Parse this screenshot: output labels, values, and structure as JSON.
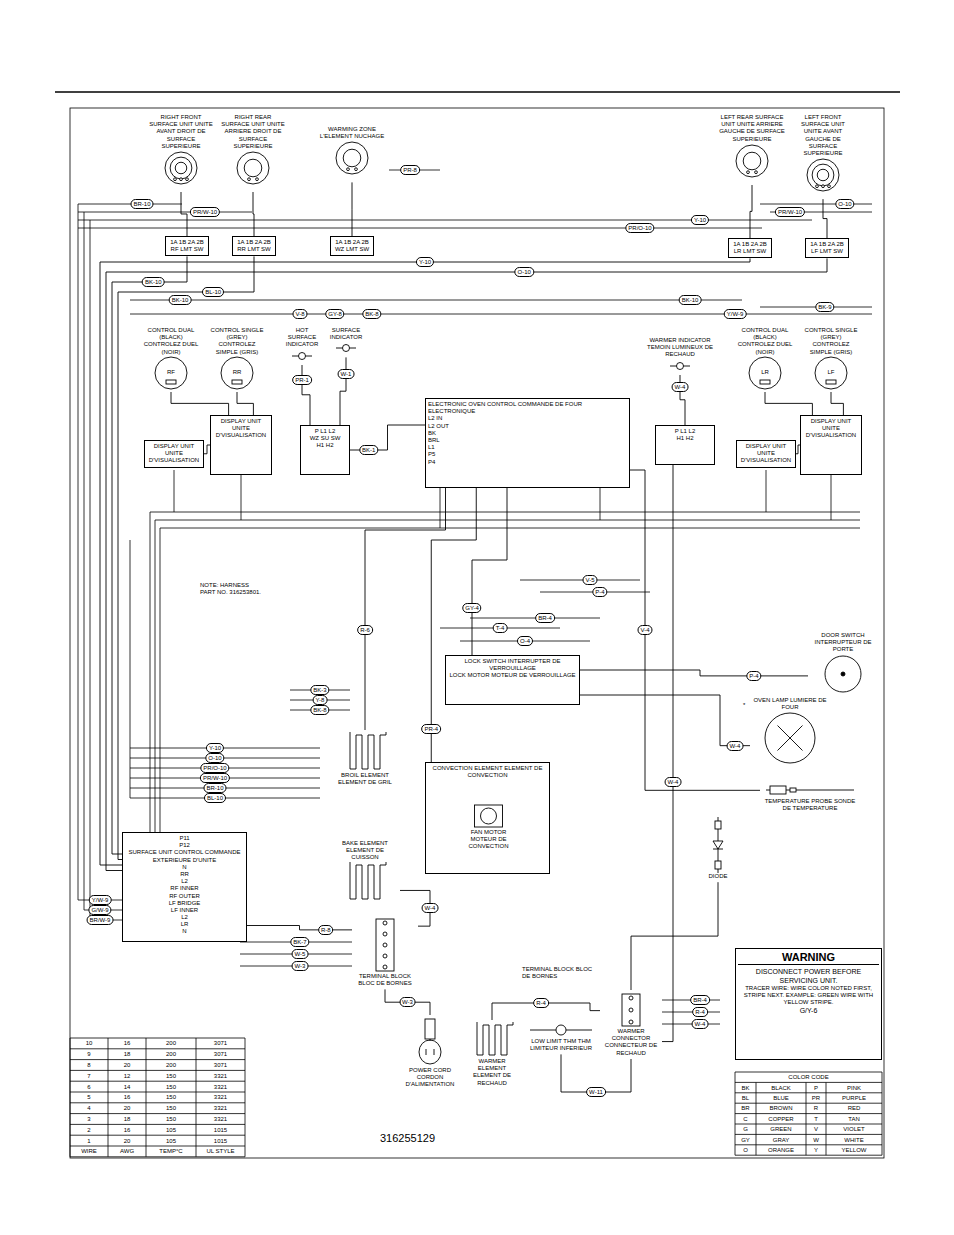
{
  "diagram": {
    "nodes": [
      {
        "text": [
          "RIGHT FRONT SURFACE UNIT UNITE AVANT DROIT DE SURFACE SUPERIEURE"
        ]
      },
      {
        "text": [
          "RIGHT REAR SURFACE UNIT UNITE ARRIERE DROIT DE SURFACE SUPERIEURE"
        ]
      },
      {
        "text": [
          "WARMING ZONE L'ELEMENT NUCHAGE"
        ]
      },
      {
        "text": [
          "LEFT REAR SURFACE UNIT UNITE ARRIERE GAUCHE DE SURFACE SUPERIEURE"
        ]
      },
      {
        "text": [
          "LEFT FRONT SURFACE UNIT UNITE AVANT GAUCHE DE SURFACE SUPERIEURE"
        ]
      },
      {
        "text": [
          "1A 1B 2A 2B",
          "RF LMT SW"
        ]
      },
      {
        "text": [
          "1A 1B 2A 2B",
          "RR LMT SW"
        ]
      },
      {
        "text": [
          "1A 1B 2A 2B",
          "WZ LMT SW"
        ]
      },
      {
        "text": [
          "1A 1B 2A 2B",
          "LR LMT SW"
        ]
      },
      {
        "text": [
          "1A 1B 2A 2B",
          "LF LMT SW"
        ]
      },
      {
        "text": [
          "CONTROL DUAL (BLACK) CONTROLEZ DUEL (NOIR)",
          "RF"
        ]
      },
      {
        "text": [
          "CONTROL SINGLE (GREY) CONTROLEZ SIMPLE (GRIS)",
          "RR"
        ]
      },
      {
        "text": [
          "HOT SURFACE INDICATOR"
        ]
      },
      {
        "text": [
          "SURFACE INDICATOR"
        ]
      },
      {
        "text": [
          "DISPLAY UNIT UNITE D'VISUALISATION"
        ]
      },
      {
        "text": [
          "DISPLAY UNIT UNITE D'VISUALISATION"
        ]
      },
      {
        "text": [
          "P L1 L2",
          "WZ SU SW",
          "H1 H2"
        ]
      },
      {
        "text": [
          "ELECTRONIC OVEN CONTROL COMMANDE DE FOUR ELECTRONIQUE",
          "L2 IN",
          "L2 OUT",
          "BK",
          "BRL",
          "L1",
          "P5",
          "P4"
        ]
      },
      {
        "text": [
          "WARMER INDICATOR TEMOIN LUMINEUX DE RECHAUD"
        ]
      },
      {
        "text": [
          "P L1 L2",
          "H1 H2"
        ]
      },
      {
        "text": [
          "CONTROL DUAL (BLACK) CONTROLEZ DUEL (NOIR)",
          "LR"
        ]
      },
      {
        "text": [
          "CONTROL SINGLE (GREY) CONTROLEZ SIMPLE (GRIS)",
          "LF"
        ]
      },
      {
        "text": [
          "DISPLAY UNIT UNITE D'VISUALISATION"
        ]
      },
      {
        "text": [
          "DISPLAY UNIT UNITE D'VISUALISATION"
        ]
      },
      {
        "text": [
          "LOCK SWITCH INTERRUPTER DE VERROUILLAGE",
          "LOCK MOTOR MOTEUR DE VERROUILLAGE"
        ]
      },
      {
        "text": [
          "DOOR SWITCH INTERRUPTEUR DE PORTE"
        ]
      },
      {
        "text": [
          "OVEN LAMP LUMIERE DE FOUR"
        ]
      },
      {
        "text": [
          "TEMPERATURE PROBE SONDE DE TEMPERATURE"
        ]
      },
      {
        "text": [
          "CONVECTION ELEMENT ELEMENT DE CONVECTION"
        ]
      },
      {
        "text": [
          "FAN MOTOR MOTEUR DE CONVECTION"
        ],
        "in": 28
      },
      {
        "text": [
          "BROIL ELEMENT ELEMENT DE GRIL"
        ]
      },
      {
        "text": [
          "BAKE ELEMENT ELEMENT DE CUISSON"
        ]
      },
      {
        "text": [
          "P11",
          "P12",
          "SURFACE UNIT CONTROL COMMANDE EXTERIEURE D'UNITE",
          "N",
          "RR",
          "L2",
          "RF INNER",
          "RF OUTER",
          "LF BRIDGE",
          "LF INNER",
          "L2",
          "LR",
          "N"
        ]
      },
      {
        "text": [
          "TERMINAL BLOCK BLOC DE BORNES"
        ]
      },
      {
        "text": [
          "POWER CORD CORDON D'ALIMENTATION"
        ]
      },
      {
        "text": [
          "WARMER ELEMENT ELEMENT DE RECHAUD"
        ]
      },
      {
        "text": [
          "LOW LIMIT THM THM LIMITEUR INFERIEUR"
        ]
      },
      {
        "text": [
          "WARMER CONNECTOR CONNECTEUR DE RECHAUD"
        ]
      },
      {
        "text": [
          "DIODE"
        ]
      },
      {
        "text": [
          "WARNING",
          "DISCONNECT POWER BEFORE SERVICING UNIT.",
          "TRACER WIRE: WIRE COLOR NOTED FIRST, STRIPE NEXT. EXAMPLE: GREEN WIRE WITH YELLOW STRIPE.",
          "G/Y-6"
        ]
      }
    ],
    "edges": [
      {
        "from": 5,
        "to": 0,
        "arrow": "none"
      },
      {
        "from": 6,
        "to": 1,
        "arrow": "none"
      },
      {
        "from": 7,
        "to": 2,
        "arrow": "none"
      },
      {
        "from": 8,
        "to": 3,
        "arrow": "none"
      },
      {
        "from": 9,
        "to": 4,
        "arrow": "none"
      },
      {
        "from": 10,
        "to": 15,
        "arrow": "none"
      },
      {
        "from": 11,
        "to": 15,
        "arrow": "none"
      },
      {
        "from": 14,
        "to": 15,
        "arrow": "none"
      },
      {
        "from": 12,
        "to": 16,
        "label": "PR-1",
        "arrow": "none"
      },
      {
        "from": 13,
        "to": 16,
        "label": "W-1",
        "arrow": "none"
      },
      {
        "from": 16,
        "to": 17,
        "label": "BK-1",
        "arrow": "none"
      },
      {
        "from": 18,
        "to": 19,
        "label": "W-4",
        "arrow": "none"
      },
      {
        "from": 20,
        "to": 23,
        "arrow": "none"
      },
      {
        "from": 21,
        "to": 23,
        "arrow": "none"
      },
      {
        "from": 22,
        "to": 23,
        "arrow": "none"
      },
      {
        "from": 32,
        "to": 5,
        "label": "BK-10",
        "arrow": "none"
      },
      {
        "from": 32,
        "to": 6,
        "label": "BL-10",
        "arrow": "none"
      },
      {
        "from": 32,
        "to": 8,
        "label": "Y-10",
        "arrow": "none"
      },
      {
        "from": 32,
        "to": 9,
        "label": "O-10",
        "arrow": "none"
      },
      {
        "from": 17,
        "to": 24,
        "label": "GY-4",
        "arrow": "none"
      },
      {
        "from": 24,
        "to": 25,
        "label": "P-4",
        "arrow": "none"
      },
      {
        "from": 24,
        "to": 26,
        "label": "W-4",
        "arrow": "none"
      },
      {
        "from": 17,
        "to": 27,
        "label": "V-4",
        "arrow": "none"
      },
      {
        "from": 17,
        "to": 28,
        "label": "PR-4",
        "arrow": "none"
      },
      {
        "from": 17,
        "to": 30,
        "label": "R-6",
        "arrow": "none"
      },
      {
        "from": 31,
        "to": 33,
        "label": "W-4",
        "arrow": "none"
      },
      {
        "from": 33,
        "to": 34,
        "label": "W-3",
        "arrow": "none"
      },
      {
        "from": 33,
        "to": 32,
        "label": "R-8",
        "arrow": "none"
      },
      {
        "from": 36,
        "to": 37,
        "label": "W-11",
        "arrow": "none"
      },
      {
        "from": 35,
        "to": 37,
        "label": "R-4",
        "arrow": "none"
      },
      {
        "from": 38,
        "to": 37,
        "arrow": "none"
      },
      {
        "from": 19,
        "to": 37,
        "label": "W-4",
        "arrow": "none"
      }
    ],
    "labels": [
      "BR-10",
      "PR/W-10",
      "Y-10",
      "PR/O-10",
      "O-10",
      "PR/W-10",
      "PR-8",
      "BK-10",
      "BK-10",
      "V-8",
      "GY-8",
      "BK-8",
      "BK-9",
      "Y/W-9",
      "NOTE: HARNESS PART NO. 316253801.",
      "V-5",
      "P-4",
      "BR-4",
      "T-4",
      "O-4",
      "BK-3",
      "Y-8",
      "BK-8",
      "Y-10",
      "O-10",
      "PR/O-10",
      "PR/W-10",
      "BR-10",
      "BL-10",
      "Y/W-9",
      "G/W-9",
      "BR/W-9",
      "BK-7",
      "W-5",
      "W-3",
      "TERMINAL BLOCK BLOC DE BORNES",
      "BR-4",
      "R-4",
      "W-4",
      "*",
      "316255129",
      "10",
      "16",
      "200",
      "3071",
      "9",
      "18",
      "200",
      "3071",
      "8",
      "20",
      "200",
      "3071",
      "7",
      "12",
      "150",
      "3321",
      "6",
      "14",
      "150",
      "3321",
      "5",
      "16",
      "150",
      "3321",
      "4",
      "20",
      "150",
      "3321",
      "3",
      "18",
      "150",
      "3321",
      "2",
      "16",
      "105",
      "1015",
      "1",
      "20",
      "105",
      "1015",
      "WIRE",
      "AWG",
      "TEMP°C",
      "UL STYLE",
      "COLOR CODE",
      "BK",
      "BLACK",
      "P",
      "PINK",
      "BL",
      "BLUE",
      "PR",
      "PURPLE",
      "BR",
      "BROWN",
      "R",
      "RED",
      "C",
      "COPPER",
      "T",
      "TAN",
      "G",
      "GREEN",
      "V",
      "VIOLET",
      "GY",
      "GRAY",
      "W",
      "WHITE",
      "O",
      "ORANGE",
      "Y",
      "YELLOW"
    ]
  }
}
